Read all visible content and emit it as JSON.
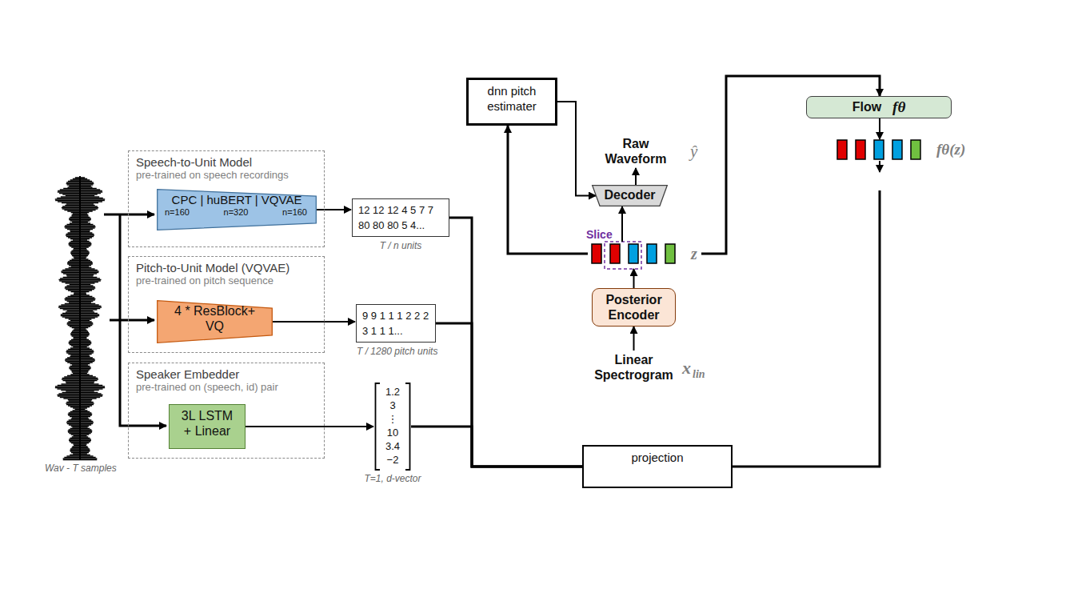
{
  "diagram": {
    "nodes": [
      {
        "text": [
          "Speech-to-Unit Model",
          "pre-trained on speech recordings"
        ]
      },
      {
        "text": [
          "CPC | huBERT | VQVAE",
          "n=160",
          "n=320",
          "n=160"
        ],
        "in": 0
      },
      {
        "text": [
          "12 12 12 4 5 7 7 80 80 80 5 4...",
          "T / n units"
        ]
      },
      {
        "text": [
          "Pitch-to-Unit Model (VQVAE)",
          "pre-trained on pitch sequence"
        ]
      },
      {
        "text": [
          "4 * ResBlock+ VQ"
        ],
        "in": 3
      },
      {
        "text": [
          "9 9 1 1 1 2 2 2 3 1 1 1...",
          "T / 1280 pitch units"
        ]
      },
      {
        "text": [
          "Speaker Embedder",
          "pre-trained on (speech, id) pair"
        ]
      },
      {
        "text": [
          "3L LSTM + Linear"
        ],
        "in": 6
      },
      {
        "text": [
          "1.2",
          "3",
          "⋮",
          "10",
          "3.4",
          "−2",
          "T=1, d-vector"
        ]
      },
      {
        "text": [
          "projection"
        ]
      },
      {
        "text": [
          "dnn pitch estimater"
        ]
      },
      {
        "text": [
          "Raw Waveform"
        ]
      },
      {
        "text": [
          "Decoder"
        ]
      },
      {
        "text": [
          "z"
        ]
      },
      {
        "text": [
          "Posterior Encoder"
        ]
      },
      {
        "text": [
          "Linear Spectrogram"
        ]
      },
      {
        "text": [
          "Flow",
          "fθ"
        ]
      },
      {
        "text": [
          "fθ(z)"
        ]
      }
    ],
    "edges": [
      {
        "from": 1,
        "to": 2,
        "arrow": "to"
      },
      {
        "from": 4,
        "to": 5,
        "arrow": "to"
      },
      {
        "from": 7,
        "to": 8,
        "arrow": "to"
      },
      {
        "from": 2,
        "to": 9,
        "arrow": "none"
      },
      {
        "from": 5,
        "to": 9,
        "arrow": "none"
      },
      {
        "from": 8,
        "to": 9,
        "arrow": "none"
      },
      {
        "from": 9,
        "to": 17,
        "arrow": "none"
      },
      {
        "from": 16,
        "to": 17,
        "arrow": "to"
      },
      {
        "from": 15,
        "to": 14,
        "arrow": "to"
      },
      {
        "from": 14,
        "to": 13,
        "arrow": "to"
      },
      {
        "from": 13,
        "to": 12,
        "arrow": "to"
      },
      {
        "from": 12,
        "to": 11,
        "arrow": "to"
      },
      {
        "from": 13,
        "to": 10,
        "arrow": "to"
      },
      {
        "from": 10,
        "to": 12,
        "arrow": "to"
      },
      {
        "from": 13,
        "to": 16,
        "arrow": "to"
      }
    ],
    "labels": [
      "Wav - T samples",
      "ŷ",
      "Slice",
      "x",
      "lin"
    ]
  }
}
